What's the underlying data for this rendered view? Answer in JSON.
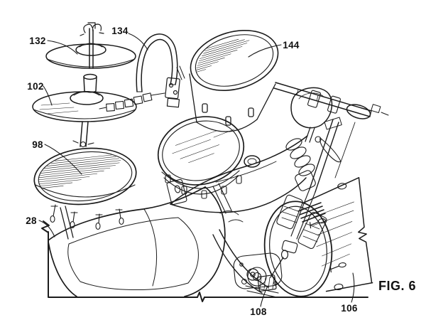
{
  "figure": {
    "caption": "FIG. 6",
    "background_color": "#ffffff",
    "ink_color": "#1b1b1b",
    "labels": [
      {
        "text": "132",
        "part": "hi-hat-upper-cymbal"
      },
      {
        "text": "134",
        "part": "curved-support-tube"
      },
      {
        "text": "144",
        "part": "upper-tom-drum"
      },
      {
        "text": "102",
        "part": "hi-hat-lower-cymbal"
      },
      {
        "text": "98",
        "part": "floor-tom-drum"
      },
      {
        "text": "28",
        "part": "motorcycle-seat"
      },
      {
        "text": "108",
        "part": "bass-drum-pedal"
      },
      {
        "text": "106",
        "part": "bass-drum"
      }
    ]
  }
}
